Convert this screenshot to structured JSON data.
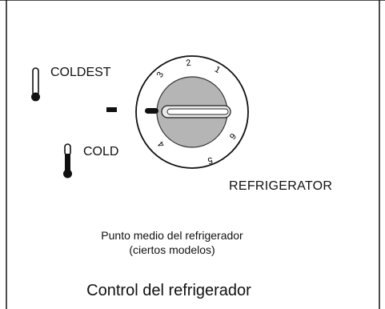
{
  "thermometer_cold_label": "COLDEST",
  "thermometer_warm_label": "COLD",
  "compartment_label": "REFRIGERATOR",
  "midpoint_text": [
    "Punto medio del refrigerador",
    "(ciertos modelos)"
  ],
  "caption": "Control del refrigerador",
  "dial": {
    "numbers": [
      "1",
      "2",
      "3",
      "4",
      "5",
      "6"
    ],
    "setting_marker": "-"
  }
}
